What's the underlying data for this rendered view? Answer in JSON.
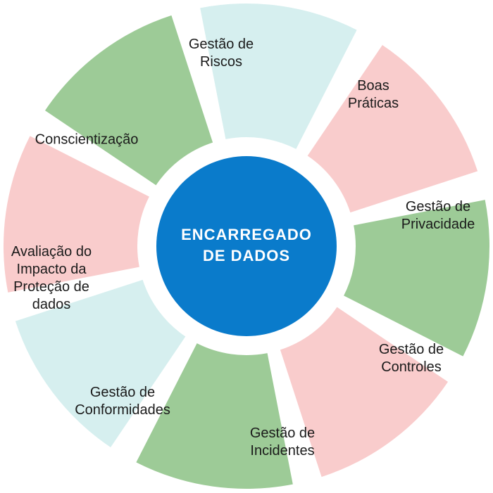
{
  "center": {
    "lines": [
      "ENCARREGADO",
      "DE DADOS"
    ],
    "color": "#0a7bcb"
  },
  "colors": {
    "teal": "#d6efef",
    "pink": "#f9cccc",
    "green": "#9dcb97"
  },
  "segments": [
    {
      "name": "gestao-de-riscos",
      "lines": [
        "Gestão de",
        "Riscos"
      ],
      "color": "teal"
    },
    {
      "name": "boas-praticas",
      "lines": [
        "Boas",
        "Práticas"
      ],
      "color": "pink"
    },
    {
      "name": "gestao-de-privacidade",
      "lines": [
        "Gestão de",
        "Privacidade"
      ],
      "color": "green"
    },
    {
      "name": "gestao-de-controles",
      "lines": [
        "Gestão de",
        "Controles"
      ],
      "color": "pink"
    },
    {
      "name": "gestao-de-incidentes",
      "lines": [
        "Gestão de",
        "Incidentes"
      ],
      "color": "green"
    },
    {
      "name": "gestao-de-conformidades",
      "lines": [
        "Gestão de",
        "Conformidades"
      ],
      "color": "teal"
    },
    {
      "name": "avaliacao-do-impacto",
      "lines": [
        "Avaliação do",
        "Impacto da",
        "Proteção de",
        "dados"
      ],
      "color": "pink"
    },
    {
      "name": "conscientizacao",
      "lines": [
        "Conscientização"
      ],
      "color": "green"
    }
  ]
}
